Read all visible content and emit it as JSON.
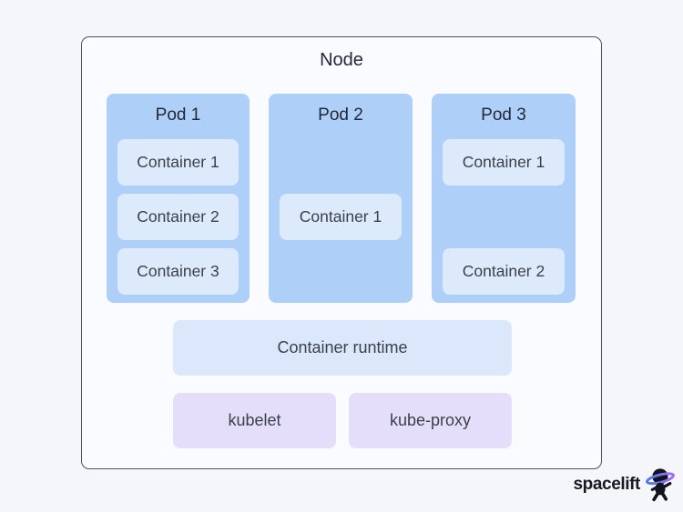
{
  "node": {
    "title": "Node",
    "pods": [
      {
        "label": "Pod 1",
        "containers": [
          "Container 1",
          "Container 2",
          "Container 3"
        ]
      },
      {
        "label": "Pod 2",
        "containers": [
          "Container 1"
        ]
      },
      {
        "label": "Pod 3",
        "containers": [
          "Container 1",
          "Container 2"
        ]
      }
    ],
    "runtime_label": "Container runtime",
    "daemons": [
      "kubelet",
      "kube-proxy"
    ]
  },
  "branding": {
    "wordmark": "spacelift",
    "mascot_icon": "spacelift-astronaut-icon"
  },
  "colors": {
    "page_background": "#f5f6f9",
    "node_background": "#fafbfe",
    "node_border": "#4d525c",
    "pod_fill": "#aed0f8",
    "container_fill": "#dceafc",
    "runtime_fill": "#dbe8fb",
    "daemon_fill": "#e4defb",
    "title_text": "#23273a",
    "body_text": "#3b404b",
    "ring_blue": "#4a79f2",
    "ring_purple": "#a46cf5",
    "mascot_dark": "#11141d"
  }
}
